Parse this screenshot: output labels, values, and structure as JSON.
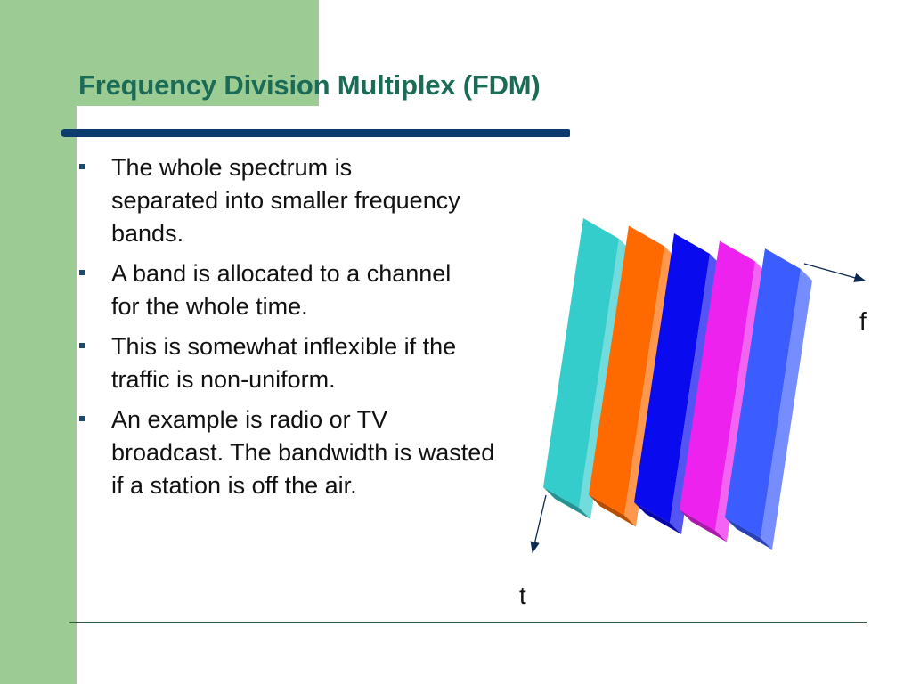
{
  "slide": {
    "title": "Frequency Division Multiplex (FDM)",
    "bullets": [
      "The whole spectrum is separated into smaller frequency bands.",
      "A band is allocated to a channel for the whole time.",
      "This is somewhat inflexible if the traffic is non-uniform.",
      "An example is radio or TV broadcast. The bandwidth is wasted if a station is off the air."
    ]
  },
  "diagram": {
    "frequency_axis_label": "f",
    "time_axis_label": "t",
    "bands": [
      {
        "color": "#35cccc"
      },
      {
        "color": "#ff6a00"
      },
      {
        "color": "#0a0aee"
      },
      {
        "color": "#ee22ee"
      },
      {
        "color": "#3b5cff"
      }
    ]
  }
}
